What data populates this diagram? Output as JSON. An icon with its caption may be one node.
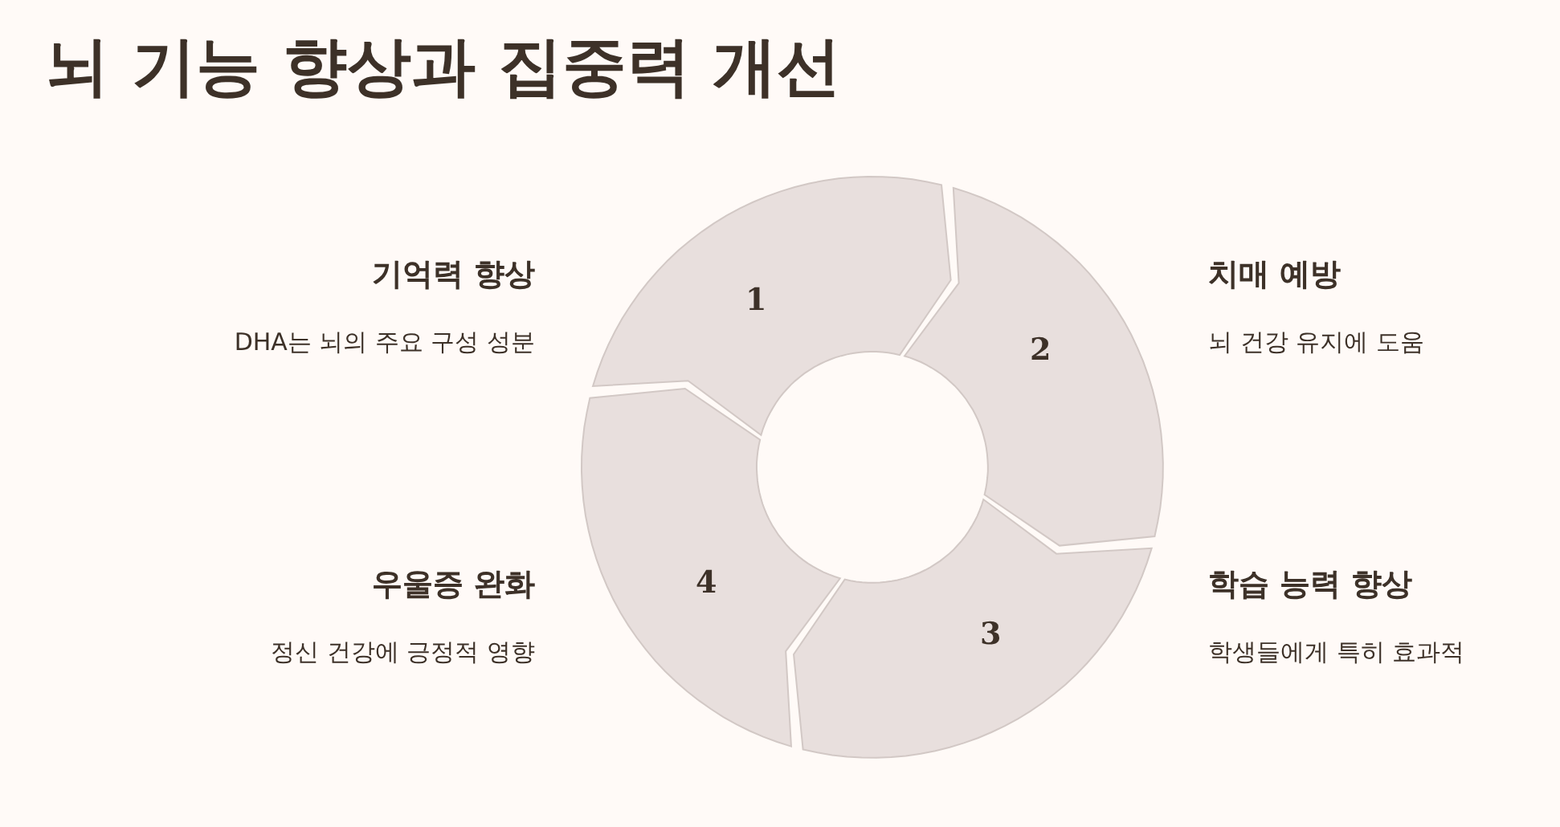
{
  "diagram": {
    "title": "뇌 기능 향상과 집중력 개선",
    "nodes": [
      {
        "text": [
          "1"
        ],
        "beside": [
          "기억력 향상",
          "DHA는 뇌의 주요 구성 성분"
        ]
      },
      {
        "text": [
          "2"
        ],
        "beside": [
          "치매 예방",
          "뇌 건강 유지에 도움"
        ]
      },
      {
        "text": [
          "3"
        ],
        "beside": [
          "학습 능력 향상",
          "학생들에게 특히 효과적"
        ]
      },
      {
        "text": [
          "4"
        ],
        "beside": [
          "우울증 완화",
          "정신 건강에 긍정적 영향"
        ]
      }
    ]
  }
}
